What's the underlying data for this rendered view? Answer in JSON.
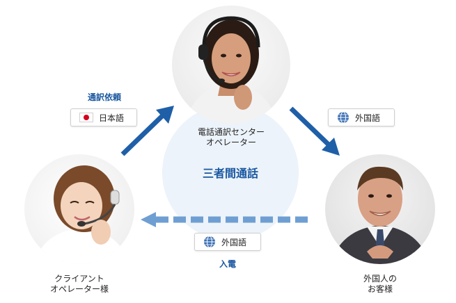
{
  "center": {
    "label": "三者間通話"
  },
  "operator": {
    "label_line1": "電話通訳センター",
    "label_line2": "オペレーター"
  },
  "client": {
    "label_line1": "クライアント",
    "label_line2": "オペレーター様"
  },
  "foreign": {
    "label_line1": "外国人の",
    "label_line2": "お客様"
  },
  "request": {
    "title": "通訳依頼",
    "tag_label": "日本語",
    "flag_icon": "japan-flag-icon"
  },
  "foreign_tag_top": {
    "label": "外国語",
    "icon": "globe-icon"
  },
  "foreign_tag_bottom": {
    "label": "外国語",
    "icon": "globe-icon"
  },
  "incoming": {
    "label": "入電"
  },
  "colors": {
    "arrow": "#1f5fa8",
    "dashed_arrow": "#6f9fd2",
    "center_disc": "#ecf3fa",
    "label_blue": "#1a57a0"
  }
}
